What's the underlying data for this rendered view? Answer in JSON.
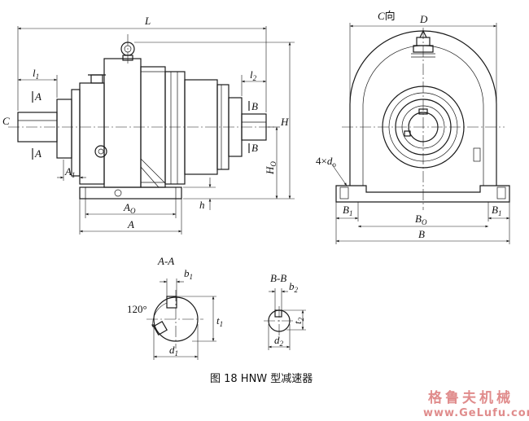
{
  "labels": {
    "L": "L",
    "l1": "l",
    "l1_sub": "1",
    "l2": "l",
    "l2_sub": "2",
    "A_top": "A",
    "A_bot": "A",
    "B_top": "B",
    "B_bot": "B",
    "C": "C",
    "H": "H",
    "H0": "H",
    "H0_sub": "O",
    "A1": "A",
    "A1_sub": "1",
    "h": "h",
    "A0": "A",
    "A0_sub": "O",
    "A": "A",
    "C_view": "C",
    "C_view_suffix": "向",
    "D": "D",
    "holes": "4×",
    "holes_d": "d",
    "holes_sub": "o",
    "B1_left": "B",
    "B1_left_sub": "1",
    "B0": "B",
    "B0_sub": "O",
    "B1_right": "B",
    "B1_right_sub": "1",
    "B": "B",
    "sec_AA": "A-A",
    "b1": "b",
    "b1_sub": "1",
    "angle": "120°",
    "t1": "t",
    "t1_sub": "1",
    "d1": "d",
    "d1_sub": "1",
    "sec_BB": "B-B",
    "b2": "b",
    "b2_sub": "2",
    "t2": "t",
    "t2_sub": "2",
    "d2": "d",
    "d2_sub": "2"
  },
  "caption": "图 18 HNW 型减速器",
  "watermark": {
    "name": "格鲁夫机械",
    "url": "www.GeLufu.com"
  }
}
